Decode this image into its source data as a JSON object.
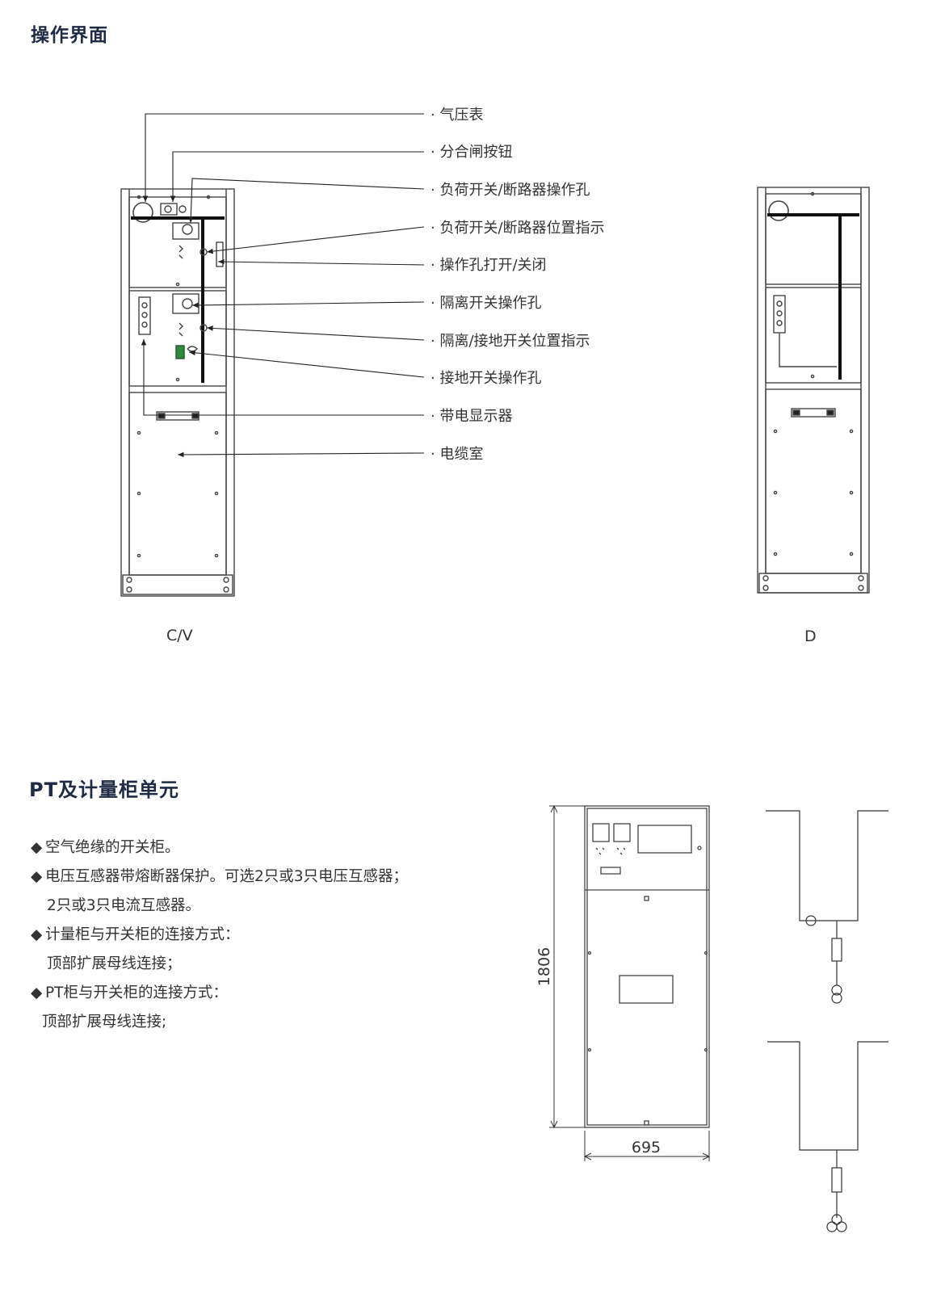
{
  "section1": {
    "title": "操作界面"
  },
  "callouts": [
    "· 气压表",
    "· 分合闸按钮",
    "· 负荷开关/断路器操作孔",
    "· 负荷开关/断路器位置指示",
    "· 操作孔打开/关闭",
    "· 隔离开关操作孔",
    "· 隔离/接地开关位置指示",
    "· 接地开关操作孔",
    "· 带电显示器",
    "· 电缆室"
  ],
  "captions": {
    "left": "C/V",
    "right": "D"
  },
  "section2": {
    "title": "PT及计量柜单元"
  },
  "features": {
    "bullet": "◆",
    "item1": "空气绝缘的开关柜。",
    "item2": "电压互感器带熔断器保护。可选2只或3只电压互感器；",
    "item2b": "2只或3只电流互感器。",
    "item3": "计量柜与开关柜的连接方式：",
    "item3b": "顶部扩展母线连接；",
    "item4": "PT柜与开关柜的连接方式：",
    "item4b": "顶部扩展母线连接;"
  },
  "dimensions": {
    "height": "1806",
    "width": "695"
  }
}
